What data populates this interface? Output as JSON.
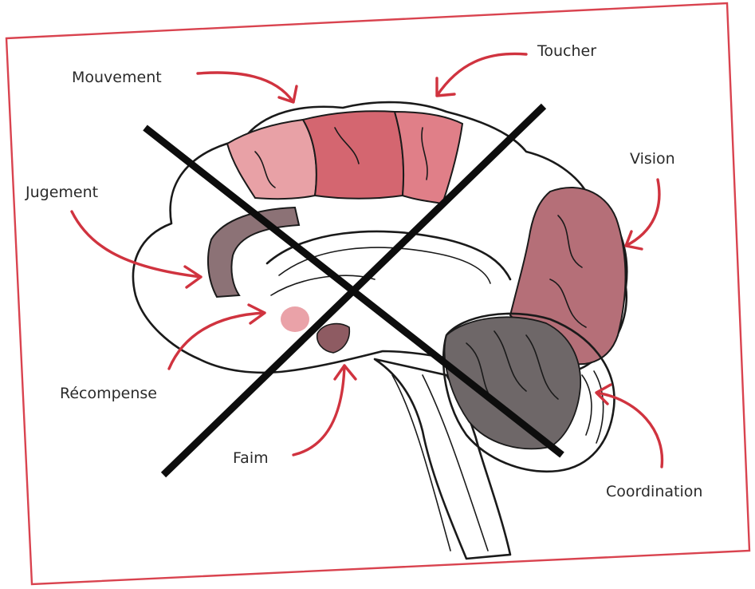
{
  "diagram": {
    "labels": {
      "mouvement": "Mouvement",
      "toucher": "Toucher",
      "vision": "Vision",
      "jugement": "Jugement",
      "recompense": "Récompense",
      "faim": "Faim",
      "coordination": "Coordination"
    },
    "colors": {
      "frame": "#d9434f",
      "arrow": "#d0333f",
      "motor_light": "#e8a1a6",
      "motor_mid": "#e07f88",
      "motor_dark": "#d46670",
      "vision_region": "#b56f78",
      "judgement_region": "#8c7276",
      "reward_region": "#eaa2a8",
      "hunger_region": "#8e5b62",
      "cerebellum_region": "#6e6768",
      "cross": "#0d0d0d"
    },
    "icons": {
      "cross": "crossed-out-x-icon",
      "arrow": "curved-arrow-icon"
    }
  }
}
